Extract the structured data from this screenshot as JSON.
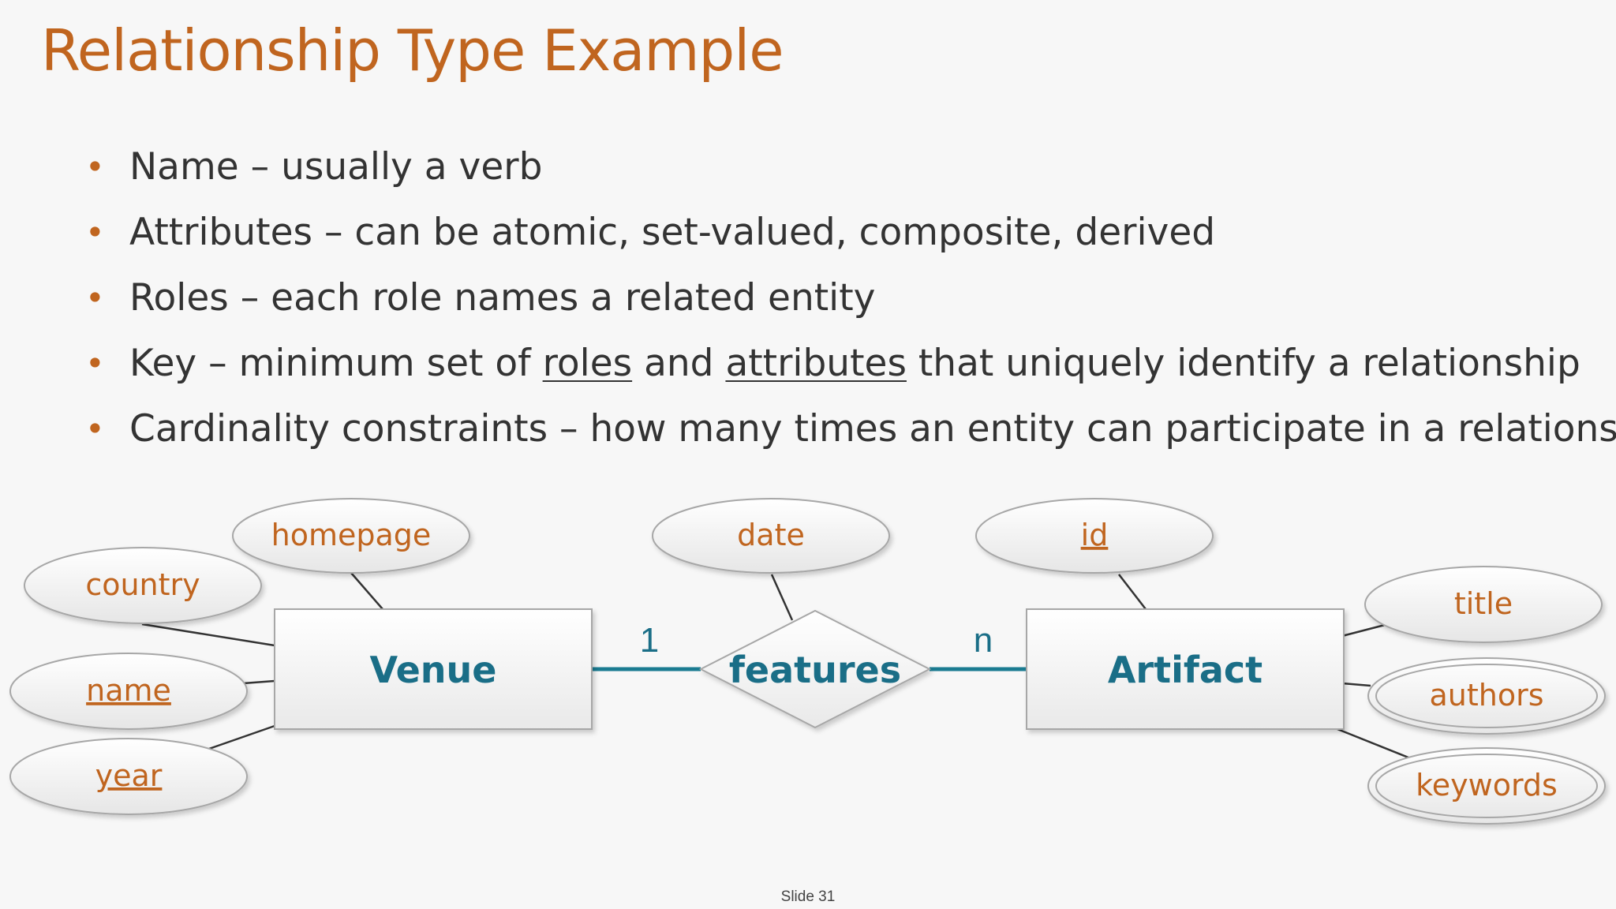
{
  "slide": {
    "title": "Relationship Type Example",
    "footer": "Slide 31"
  },
  "bullets": [
    {
      "term": "Name",
      "dash": " – ",
      "text": "usually a verb"
    },
    {
      "term": "Attributes",
      "dash": " – ",
      "text": "can be atomic, set-valued, composite, derived"
    },
    {
      "term": "Roles",
      "dash": " – ",
      "text": "each role names a related entity"
    },
    {
      "term": "Key",
      "dash": " – ",
      "text_before": "minimum set of ",
      "u1": "roles",
      "mid": " and ",
      "u2": "attributes",
      "text_after": " that uniquely identify a relationship"
    },
    {
      "term": "Cardinality constraints",
      "dash": " – ",
      "text": "how many times an entity can participate in a relationship"
    }
  ],
  "diagram": {
    "entities": {
      "venue": "Venue",
      "artifact": "Artifact"
    },
    "relationship": "features",
    "cardinality": {
      "venue_side": "1",
      "artifact_side": "n"
    },
    "attributes": {
      "homepage": "homepage",
      "country": "country",
      "name": "name",
      "year": "year",
      "date": "date",
      "id": "id",
      "title": "title",
      "authors": "authors",
      "keywords": "keywords"
    },
    "colors": {
      "entity_text": "#1a6e87",
      "attribute_text": "#c0651f",
      "connector": "#1a7b91"
    }
  }
}
